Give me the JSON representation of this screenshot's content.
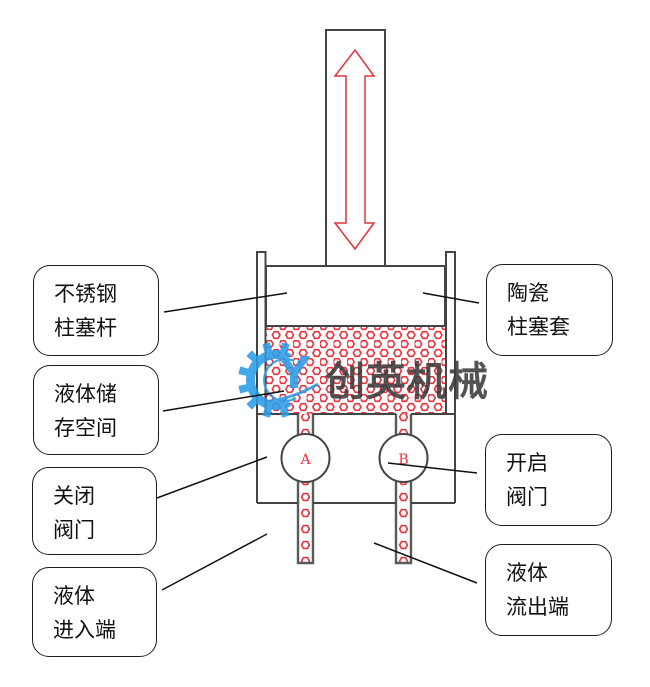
{
  "diagram": {
    "labels": {
      "plunger_rod": [
        "不锈钢",
        "柱塞杆"
      ],
      "liquid_storage": [
        "液体储",
        "存空间"
      ],
      "closed_valve": [
        "关闭",
        "阀门"
      ],
      "liquid_inlet": [
        "液体",
        "进入端"
      ],
      "ceramic_sleeve": [
        "陶瓷",
        "柱塞套"
      ],
      "open_valve": [
        "开启",
        "阀门"
      ],
      "liquid_outlet": [
        "液体",
        "流出端"
      ]
    },
    "valves": {
      "a": "A",
      "b": "B"
    },
    "motion_indicator": "double-arrow-vertical-icon"
  },
  "watermark": {
    "logo_icon": "gear-icon",
    "logo_letter": "Y",
    "brand": "创英机械"
  },
  "colors": {
    "outline": "#444444",
    "liquid": "#e8343f",
    "arrow": "#e0333c",
    "logo_blue": "#2a9de8",
    "brand_text": "#3b3b3b"
  }
}
